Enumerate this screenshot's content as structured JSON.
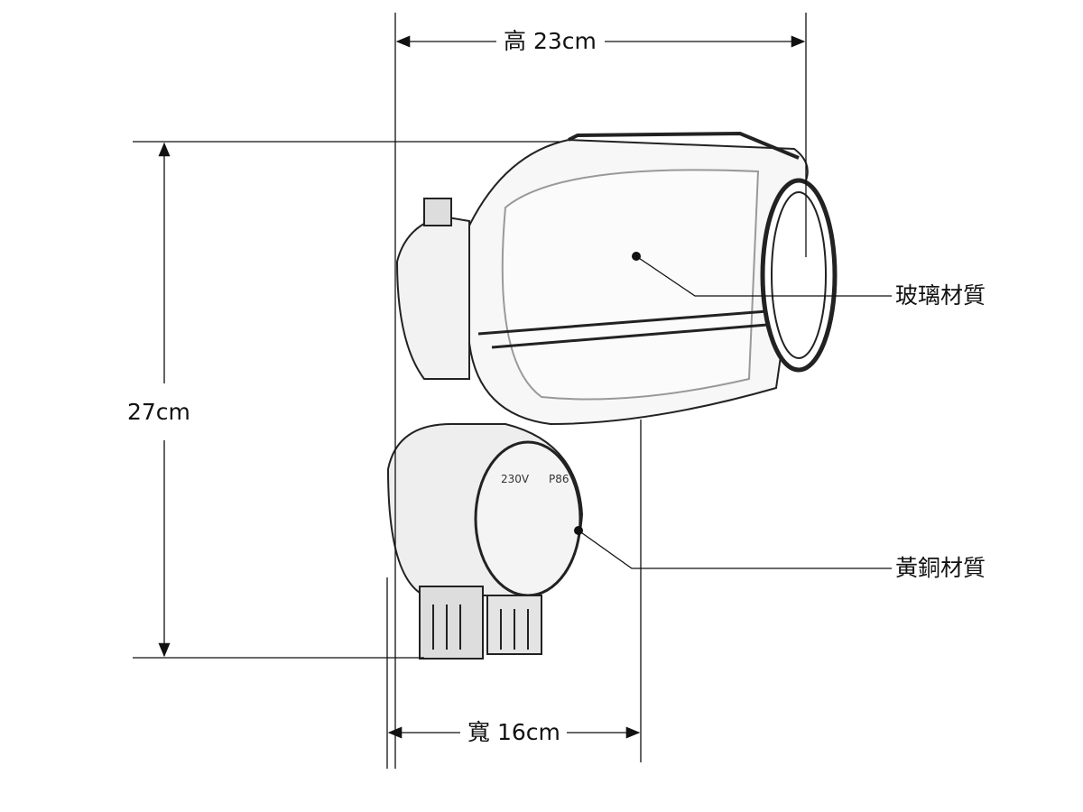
{
  "dimensions": {
    "height_label": "高 23cm",
    "depth_label": "27cm",
    "width_label": "寬 16cm"
  },
  "callouts": {
    "glass": "玻璃材質",
    "brass": "黃銅材質"
  },
  "product_markings": [
    "230V",
    "P86"
  ]
}
